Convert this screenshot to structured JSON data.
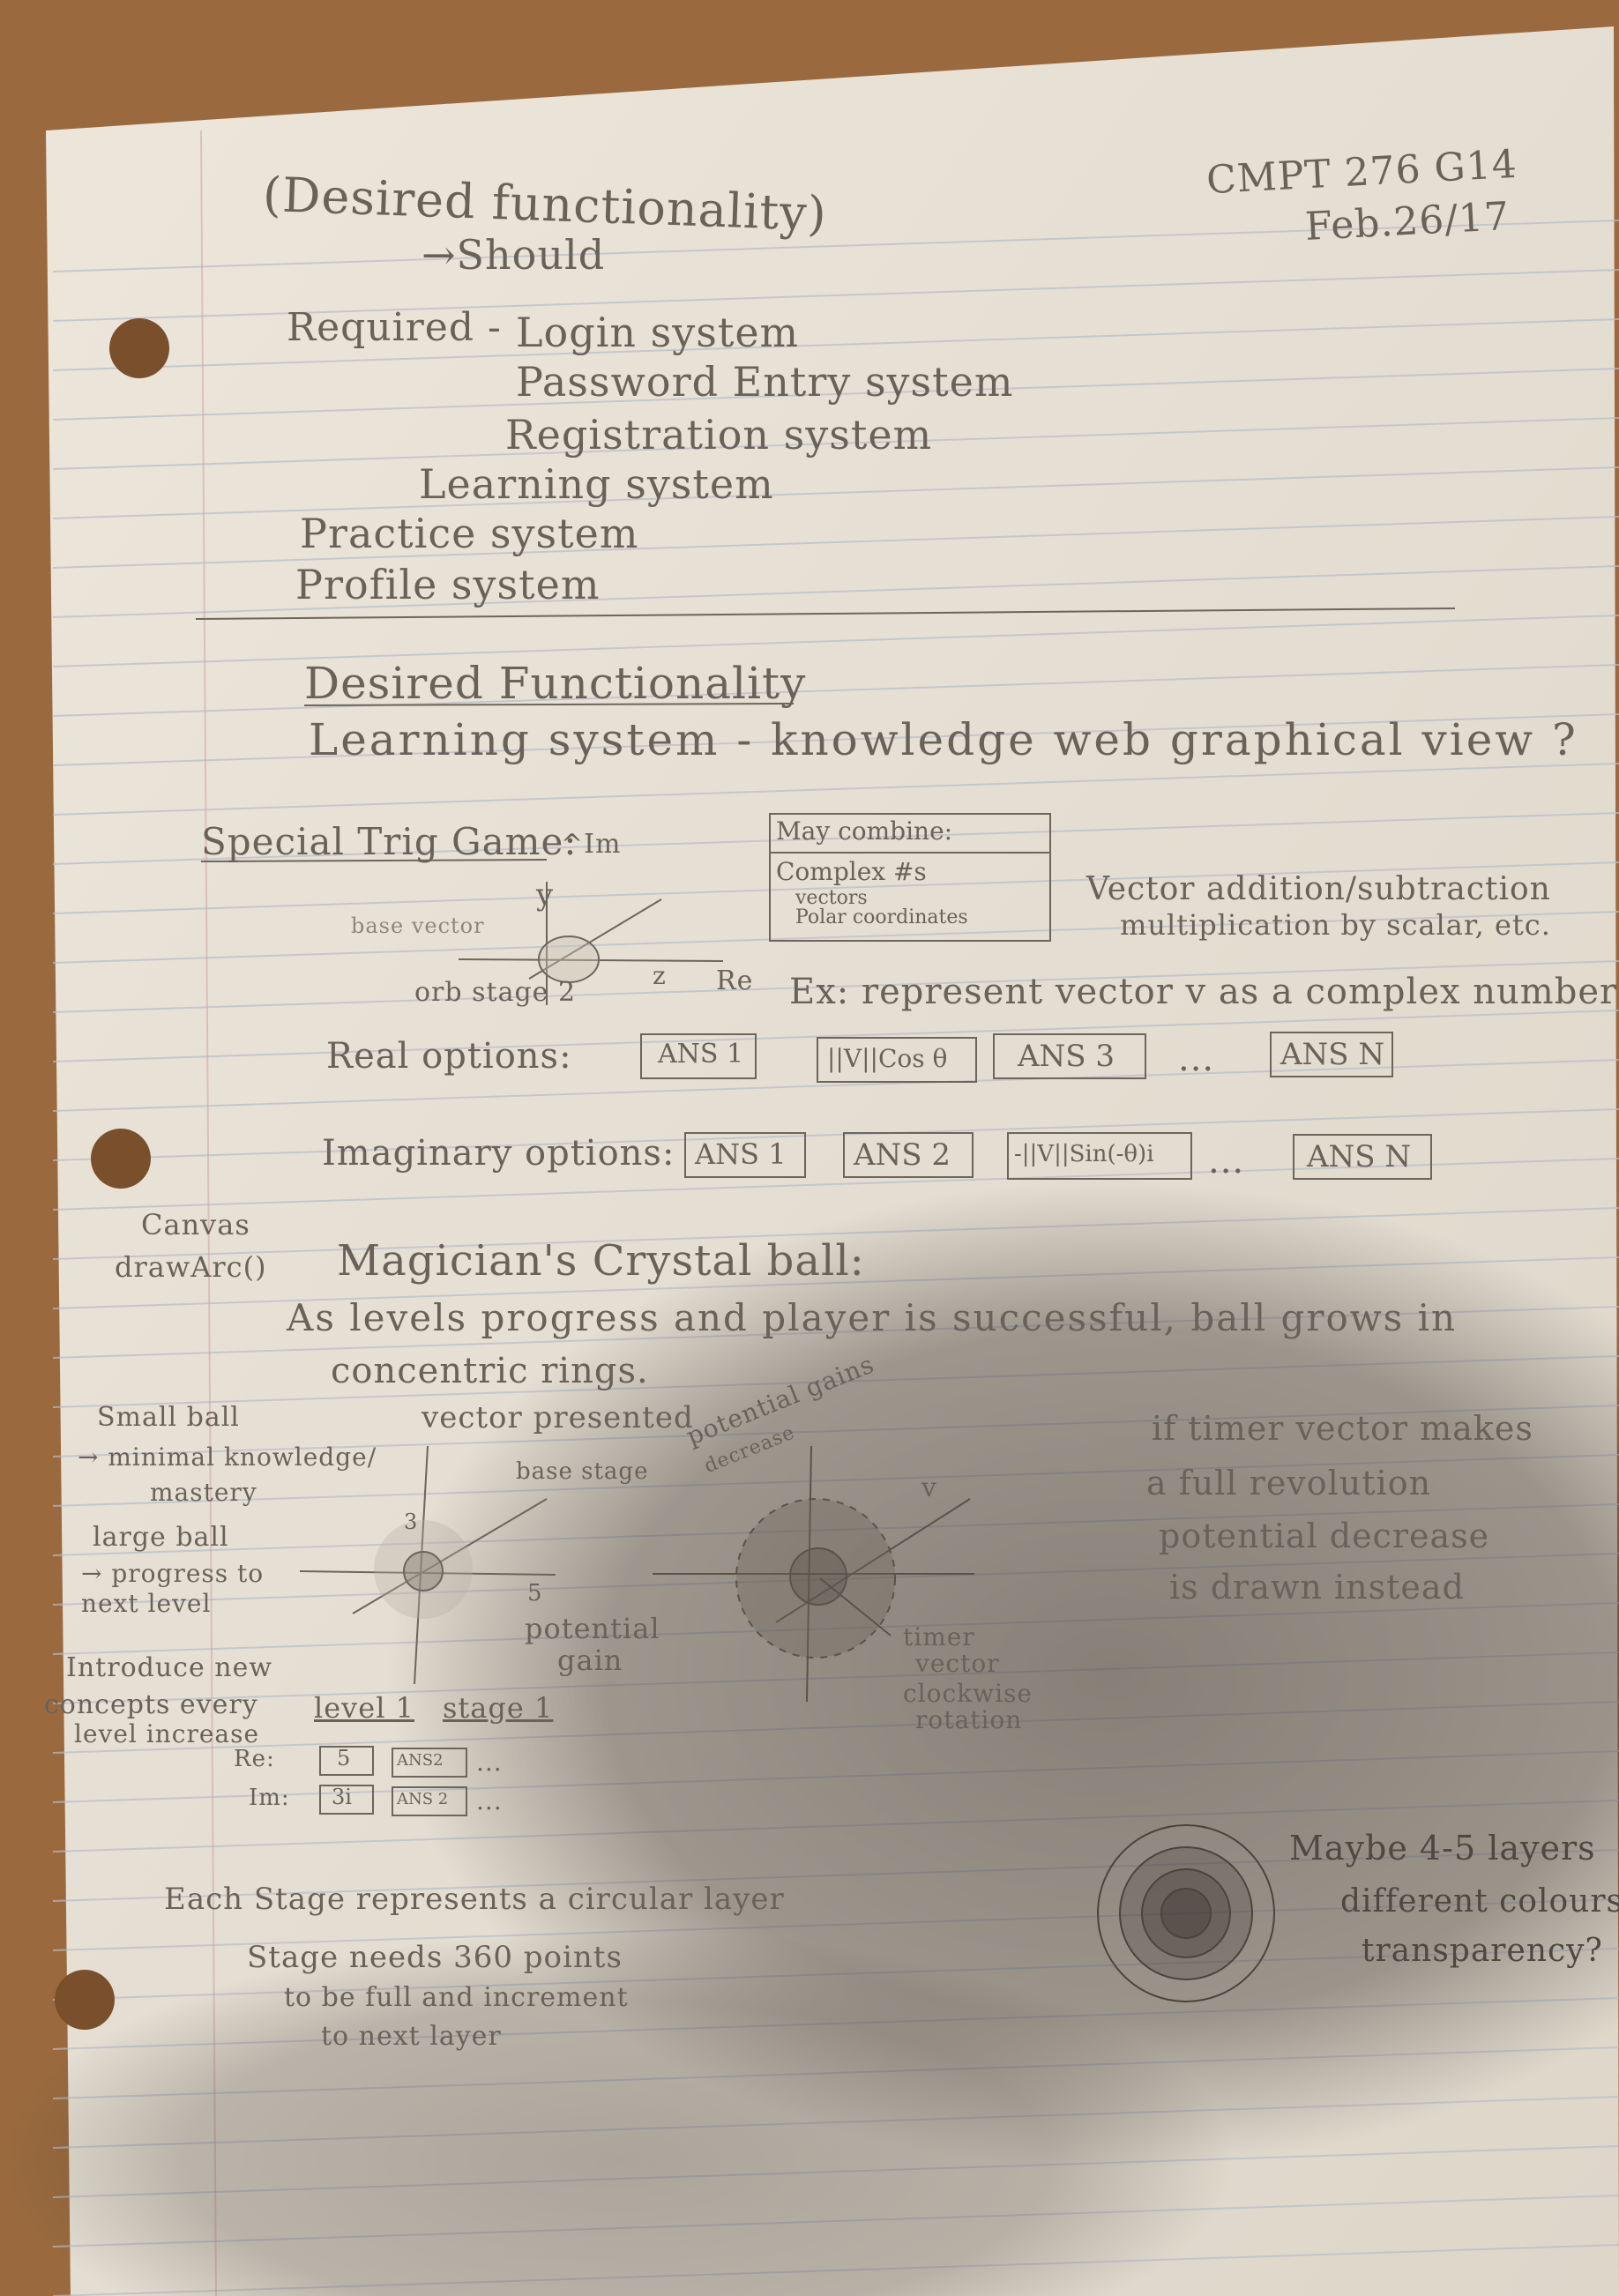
{
  "colors": {
    "desk": "#9a6a3e",
    "paper": "#e9e2d6",
    "rule_line": "#b9bcc6",
    "margin_line": "#c9a0a0",
    "pencil": "#6a6258",
    "shadow": "#3c3530"
  },
  "header": {
    "course": "CMPT 276 G14",
    "date": "Feb.26/17"
  },
  "section1": {
    "title": "(Desired functionality)",
    "subtitle": "→Should",
    "required_label": "Required -",
    "items": [
      "Login system",
      "Password Entry system",
      "Registration system",
      "Learning system",
      "Practice system",
      "Profile system"
    ]
  },
  "section2": {
    "title": "Desired Functionality",
    "line": "Learning system - knowledge web graphical view ?"
  },
  "trig_game": {
    "title": "Special Trig Game:",
    "axis_im": "^Im",
    "axis_y": "y",
    "axis_re": "Re",
    "axis_z": "z",
    "side_note": "base vector",
    "orb_label": "orb stage 2",
    "combine_box": {
      "header": "May combine:",
      "items": [
        "Complex #s",
        "vectors",
        "Polar coordinates"
      ]
    },
    "vector_ops": [
      "Vector addition/subtraction",
      "multiplication by scalar, etc."
    ],
    "example": "Ex: represent vector v as a complex number",
    "real_label": "Real options:",
    "real_options": [
      "ANS 1",
      "||V||Cos θ",
      "ANS 3",
      "...",
      "ANS N"
    ],
    "imag_label": "Imaginary options:",
    "imag_options": [
      "ANS 1",
      "ANS 2",
      "-||V||Sin(-θ)i",
      "...",
      "ANS N"
    ]
  },
  "crystal_ball": {
    "canvas_note": [
      "Canvas",
      "drawArc()"
    ],
    "title": "Magician's Crystal ball:",
    "description": [
      "As levels progress and player is successful, ball grows in",
      "concentric rings."
    ],
    "left_notes": [
      "Small ball",
      "→ minimal knowledge/",
      "mastery",
      "large ball",
      "→ progress to",
      "next level",
      "Introduce new",
      "concepts every",
      "level increase"
    ],
    "diagram_labels": {
      "vector_presented": "vector presented",
      "base_stage": "base stage",
      "potential_gain": [
        "potential",
        "gain"
      ],
      "potential_gains": "potential gains",
      "decrease": "decrease",
      "tick_3": "3",
      "tick_5": "5",
      "v": "v",
      "timer_vector": [
        "timer",
        "vector"
      ],
      "clockwise": [
        "clockwise",
        "rotation"
      ]
    },
    "level_label": "level 1",
    "stage_label": "stage 1",
    "re_label": "Re:",
    "im_label": "Im:",
    "re_boxes": [
      "5",
      "ANS2",
      "..."
    ],
    "im_boxes": [
      "3i",
      "ANS 2",
      "..."
    ],
    "right_notes": [
      "if timer vector makes",
      "a full revolution",
      "potential decrease",
      "is drawn instead"
    ]
  },
  "layers": {
    "notes": [
      "Each Stage represents a circular layer",
      "Stage needs 360 points",
      "to be full and increment",
      "to next layer"
    ],
    "questions": [
      "Maybe 4-5 layers",
      "different colours?",
      "transparency?"
    ]
  }
}
